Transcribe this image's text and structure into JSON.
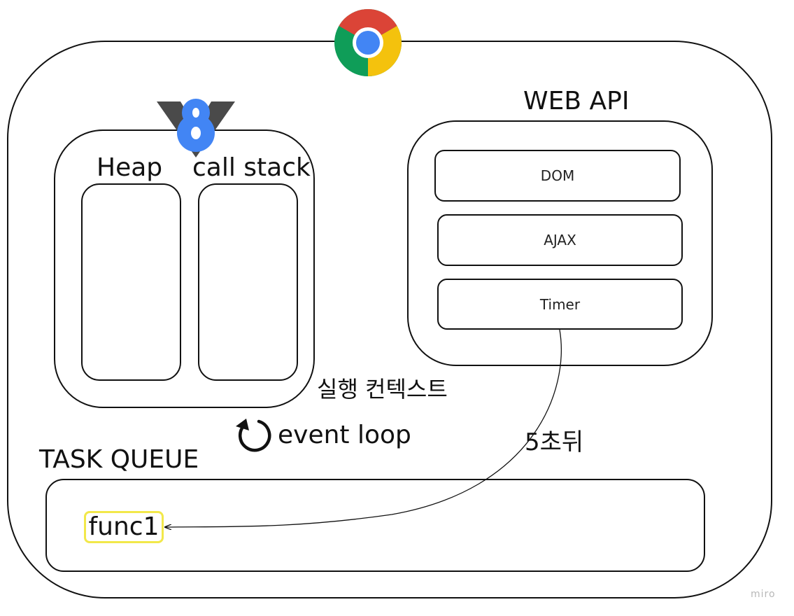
{
  "browser": {
    "icon": "chrome-logo-icon"
  },
  "engine": {
    "icon": "v8-logo-icon",
    "heap_label": "Heap",
    "call_stack_label": "call stack",
    "execution_context_label": "실행 컨텍스트"
  },
  "web_api": {
    "title": "WEB API",
    "items": [
      "DOM",
      "AJAX",
      "Timer"
    ]
  },
  "event_loop": {
    "icon": "loop-arrow-icon",
    "label": "event loop"
  },
  "task_queue": {
    "title": "TASK QUEUE",
    "items": [
      "func1"
    ]
  },
  "timer_arrow": {
    "label": "5초뒤"
  },
  "watermark": "miro",
  "colors": {
    "stroke": "#111111",
    "highlight": "#f2e84a",
    "chrome_red": "#db4437",
    "chrome_yellow": "#f4c20d",
    "chrome_green": "#0f9d58",
    "chrome_blue": "#4285f4",
    "v8_gray": "#4a4a4a",
    "v8_blue": "#4285f4"
  }
}
